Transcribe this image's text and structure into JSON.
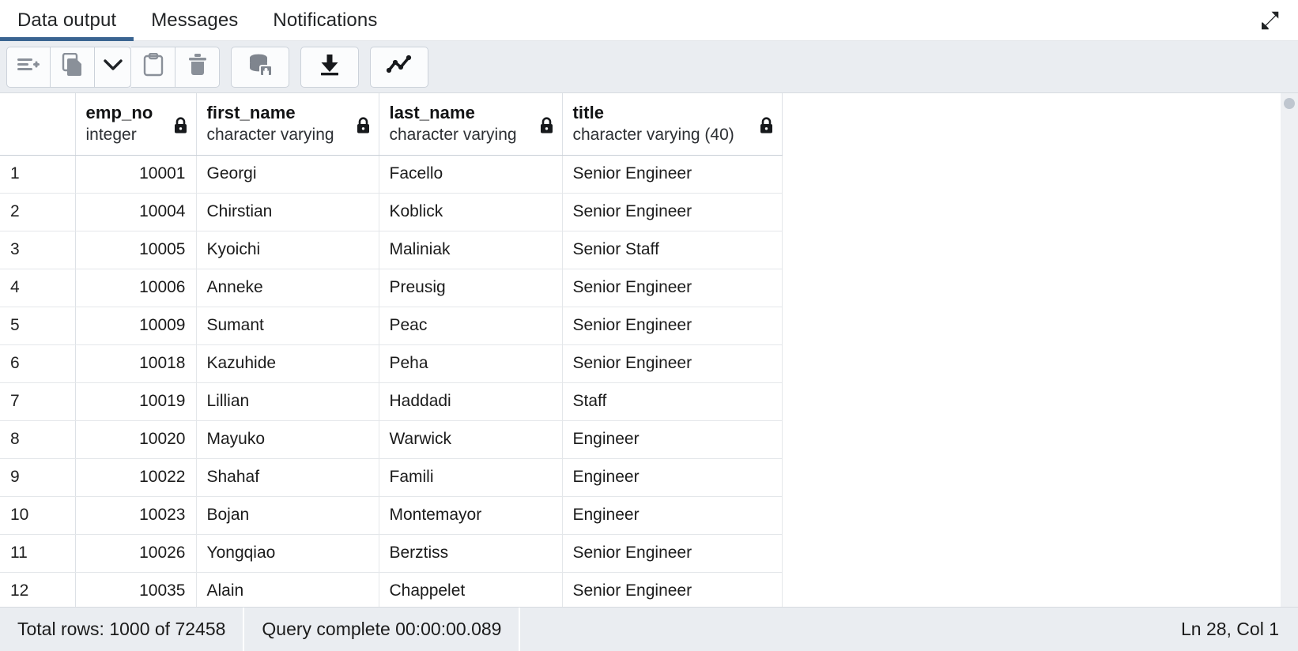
{
  "tabs": [
    {
      "label": "Data output",
      "active": true
    },
    {
      "label": "Messages",
      "active": false
    },
    {
      "label": "Notifications",
      "active": false
    }
  ],
  "window": {
    "expand_icon": "expand-diagonal-icon"
  },
  "toolbar": {
    "buttons": [
      {
        "name": "add-row-button",
        "icon": "add-row-icon",
        "tone": "muted"
      },
      {
        "name": "copy-button",
        "icon": "copy-icon",
        "tone": "muted"
      },
      {
        "name": "copy-options-button",
        "icon": "chevron-down-icon",
        "tone": "dark"
      },
      {
        "name": "paste-button",
        "icon": "clipboard-paste-icon",
        "tone": "muted"
      },
      {
        "name": "delete-row-button",
        "icon": "trash-icon",
        "tone": "muted"
      },
      {
        "name": "save-data-changes-button",
        "icon": "database-save-icon",
        "tone": "muted"
      },
      {
        "name": "download-csv-button",
        "icon": "download-icon",
        "tone": "dark"
      },
      {
        "name": "graph-visualiser-button",
        "icon": "line-chart-icon",
        "tone": "dark"
      }
    ]
  },
  "grid": {
    "columns": [
      {
        "key": "rownum",
        "name": "",
        "type": "",
        "locked": false
      },
      {
        "key": "emp_no",
        "name": "emp_no",
        "type": "integer",
        "locked": true
      },
      {
        "key": "first_name",
        "name": "first_name",
        "type": "character varying",
        "locked": true
      },
      {
        "key": "last_name",
        "name": "last_name",
        "type": "character varying",
        "locked": true
      },
      {
        "key": "title",
        "name": "title",
        "type": "character varying (40)",
        "locked": true
      }
    ],
    "rows": [
      {
        "n": "1",
        "emp_no": "10001",
        "first_name": "Georgi",
        "last_name": "Facello",
        "title": "Senior Engineer"
      },
      {
        "n": "2",
        "emp_no": "10004",
        "first_name": "Chirstian",
        "last_name": "Koblick",
        "title": "Senior Engineer"
      },
      {
        "n": "3",
        "emp_no": "10005",
        "first_name": "Kyoichi",
        "last_name": "Maliniak",
        "title": "Senior Staff"
      },
      {
        "n": "4",
        "emp_no": "10006",
        "first_name": "Anneke",
        "last_name": "Preusig",
        "title": "Senior Engineer"
      },
      {
        "n": "5",
        "emp_no": "10009",
        "first_name": "Sumant",
        "last_name": "Peac",
        "title": "Senior Engineer"
      },
      {
        "n": "6",
        "emp_no": "10018",
        "first_name": "Kazuhide",
        "last_name": "Peha",
        "title": "Senior Engineer"
      },
      {
        "n": "7",
        "emp_no": "10019",
        "first_name": "Lillian",
        "last_name": "Haddadi",
        "title": "Staff"
      },
      {
        "n": "8",
        "emp_no": "10020",
        "first_name": "Mayuko",
        "last_name": "Warwick",
        "title": "Engineer"
      },
      {
        "n": "9",
        "emp_no": "10022",
        "first_name": "Shahaf",
        "last_name": "Famili",
        "title": "Engineer"
      },
      {
        "n": "10",
        "emp_no": "10023",
        "first_name": "Bojan",
        "last_name": "Montemayor",
        "title": "Engineer"
      },
      {
        "n": "11",
        "emp_no": "10026",
        "first_name": "Yongqiao",
        "last_name": "Berztiss",
        "title": "Senior Engineer"
      },
      {
        "n": "12",
        "emp_no": "10035",
        "first_name": "Alain",
        "last_name": "Chappelet",
        "title": "Senior Engineer"
      }
    ]
  },
  "status": {
    "total_rows": "Total rows: 1000 of 72458",
    "query_time": "Query complete 00:00:00.089",
    "cursor_position": "Ln 28, Col 1"
  },
  "colors": {
    "accent": "#3a6491",
    "toolbar_bg": "#eaedf1",
    "status_bg": "#eaedf1",
    "grid_border": "#e4e7ea"
  }
}
